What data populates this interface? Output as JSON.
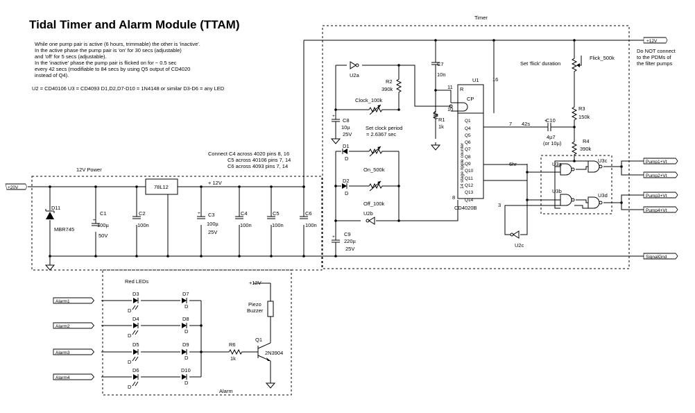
{
  "title": "Tidal Timer and Alarm Module (TTAM)",
  "description": [
    "While one pump pair is active (6 hours, trimmable) the other is 'inactive'.",
    "In the active phase the pump pair is 'on' for 30 secs (adjustable)",
    "and 'off' for 5 secs (adjustable).",
    "In the 'inactive' phase the pump pair is flicked on for ~ 0.5 sec",
    "every 42 secs (modifiable to 84 secs by using Q5 output of CD4020",
    "instead of Q4)."
  ],
  "ic_note": "U2 = CD40106  U3 = CD4093    D1,D2,D7-D10 = 1N4148 or similar  D3-D6 = any LED",
  "sections": {
    "timer": "Timer",
    "power": "12V Power",
    "alarm": "Alarm"
  },
  "connect_notes": [
    "Connect C4 across 4020 pins 8, 16",
    "C5 across 40106 pins 7, 14",
    "C6 across 4093 pins 7, 14"
  ],
  "ports": {
    "v12_out": "+12V",
    "v20_in": "+20V",
    "pump1": "Pump1+Vt",
    "pump2": "Pump2+Vt",
    "pump3": "Pump3+Vt",
    "pump4": "Pump4+Vt",
    "signal_gnd": "SignalGnd",
    "alarm1": "Alarm1",
    "alarm2": "Alarm2",
    "alarm3": "Alarm3",
    "alarm4": "Alarm4"
  },
  "right_note": [
    "Do NOT connect",
    "to the PDMs of",
    "the filter pumps"
  ],
  "power": {
    "d11": "D11",
    "d11_part": "MBR745",
    "c1": "C1",
    "c1_val": "100µ",
    "c1_v": "50V",
    "c2": "C2",
    "c2_val": "100n",
    "regulator": "78L12",
    "rail": "+ 12V",
    "c3": "C3",
    "c3_val": "100µ",
    "c3_v": "25V",
    "c4": "C4",
    "c4_val": "100n",
    "c5": "C5",
    "c5_val": "100n",
    "c6": "C6",
    "c6_val": "100n"
  },
  "timer": {
    "u2a": "U2a",
    "r2": "R2",
    "r2_val": "390k",
    "clock_pot": "Clock_100k",
    "c8": "C8",
    "c8_val": "10µ",
    "c8_v": "25V",
    "clock_note": [
      "Set clock period",
      "= 2.6367 sec"
    ],
    "c7": "C7",
    "c7_val": "10n",
    "r1": "R1",
    "r1_val": "1k",
    "d1": "D1",
    "d1_part": "D",
    "on_pot": "On_500k",
    "d2": "D2",
    "d2_part": "D",
    "off_pot": "Off_100k",
    "u2b": "U2b",
    "c9": "C9",
    "c9_val": "220µ",
    "c9_v": "25V",
    "u1": "U1",
    "u1_pin_r": "R",
    "u1_pin_cp": "CP",
    "u1_pin11": "11",
    "u1_pin10": "10",
    "u1_pin16": "16",
    "u1_pin8": "8",
    "u1_outputs": [
      "Q1",
      "Q4",
      "Q5",
      "Q6",
      "Q7",
      "Q8",
      "Q9",
      "Q10",
      "Q11",
      "Q12",
      "Q13",
      "Q14"
    ],
    "u1_body": "14 stage ripple counter",
    "u1_part": "CD4020B",
    "pin7": "7",
    "pin3": "3",
    "period_42": "42s",
    "period_6hr": "6hr",
    "c10": "C10",
    "c10_val": "4µ7",
    "c10_alt": "(or 10µ)",
    "flick_pot": "Flick_500k",
    "flick_note": "Set 'flick' duration",
    "r3": "R3",
    "r3_val": "150k",
    "r4": "R4",
    "r4_val": "390k",
    "u3a": "U3a",
    "u3b": "U3b",
    "u3c": "U3c",
    "u3d": "U3d",
    "u2c": "U2c"
  },
  "alarm": {
    "red_leds": "Red LEDs",
    "d3": "D3",
    "d4": "D4",
    "d5": "D5",
    "d6": "D6",
    "d7": "D7",
    "d8": "D8",
    "d9": "D9",
    "d10": "D10",
    "d_part": "D",
    "rail": "+12V",
    "piezo": [
      "Piezo",
      "Buzzer"
    ],
    "r6": "R6",
    "r6_val": "1k",
    "q1": "Q1",
    "q1_part": "2N3904"
  }
}
